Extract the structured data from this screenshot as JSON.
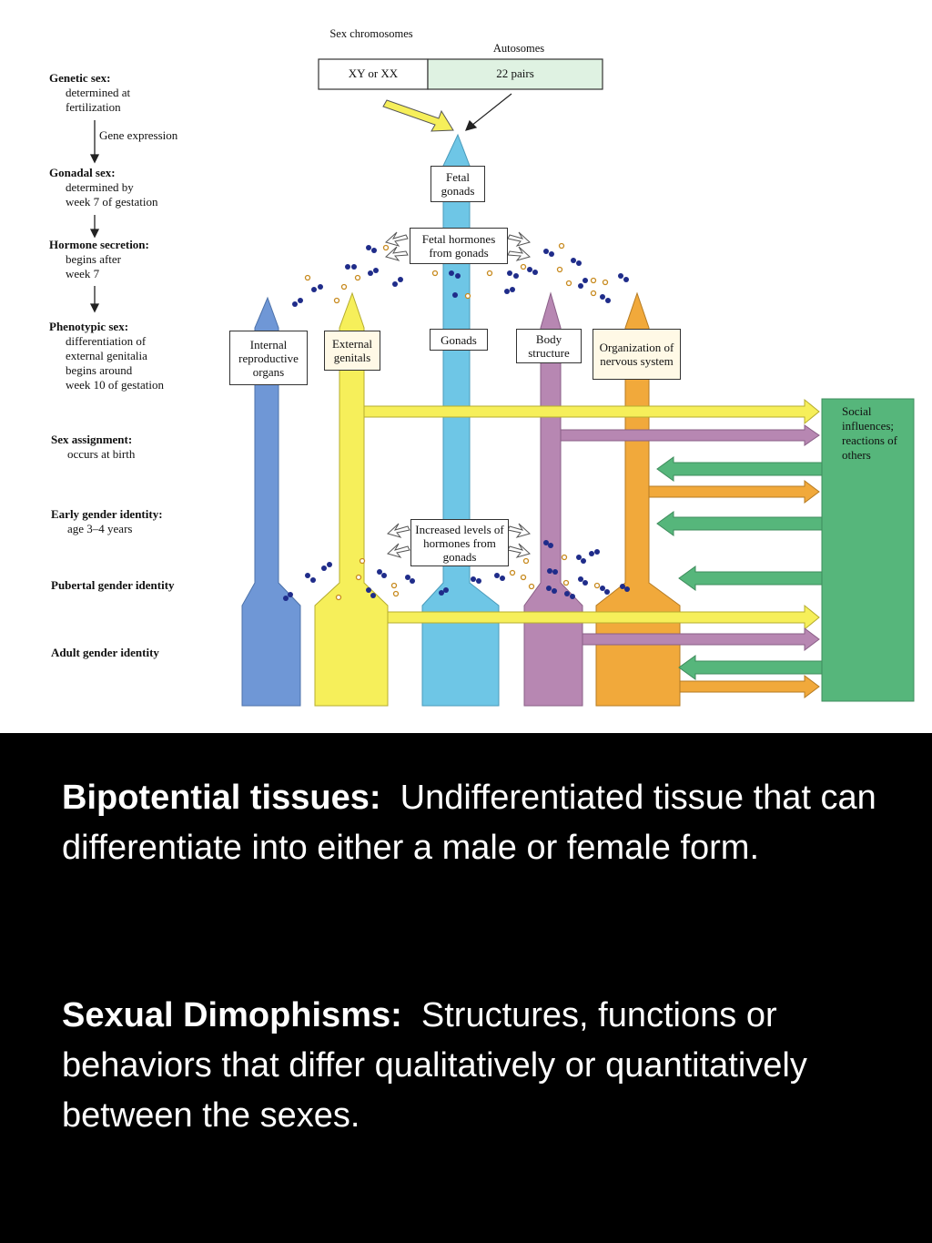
{
  "diagram": {
    "header": {
      "sex_chromosomes": "Sex chromosomes",
      "autosomes": "Autosomes",
      "xy_box": "XY or XX",
      "pairs_box": "22 pairs"
    },
    "stages": [
      {
        "head": "Genetic sex:",
        "lines": [
          "determined at",
          "fertilization"
        ]
      },
      {
        "head": "Gonadal sex:",
        "lines": [
          "determined by",
          "week 7 of gestation"
        ]
      },
      {
        "head": "Hormone secretion:",
        "lines": [
          "begins after",
          "week 7"
        ]
      },
      {
        "head": "Phenotypic sex:",
        "lines": [
          "differentiation of",
          "external genitalia",
          "begins around",
          "week 10 of gestation"
        ]
      },
      {
        "head": "Sex assignment:",
        "lines": [
          "occurs at birth"
        ]
      },
      {
        "head": "Early gender identity:",
        "lines": [
          "age 3–4 years"
        ]
      },
      {
        "head": "Pubertal gender identity",
        "lines": []
      },
      {
        "head": "Adult gender identity",
        "lines": []
      }
    ],
    "gene_expression": "Gene expression",
    "fetal_gonads": "Fetal gonads",
    "fetal_hormones": "Fetal hormones from gonads",
    "increased_hormones": "Increased levels of hormones from gonads",
    "columns": [
      {
        "label": "Internal reproductive organs",
        "color": "#6f97d6"
      },
      {
        "label": "External genitals",
        "color": "#f6ef5a"
      },
      {
        "label": "Gonads",
        "color": "#6ec6e6"
      },
      {
        "label": "Body structure",
        "color": "#b787b2"
      },
      {
        "label": "Organization of nervous system",
        "color": "#f1a93b"
      }
    ],
    "social": "Social influences; reactions of others",
    "social_color": "#56b67b"
  },
  "definitions": [
    {
      "term": "Bipotential tissues:",
      "text": "Undifferentiated tissue that can differentiate into either a male or female form."
    },
    {
      "term": "Sexual Dimophisms:",
      "text": "Structures, functions or behaviors that differ qualitatively or quantitatively between the sexes."
    }
  ]
}
